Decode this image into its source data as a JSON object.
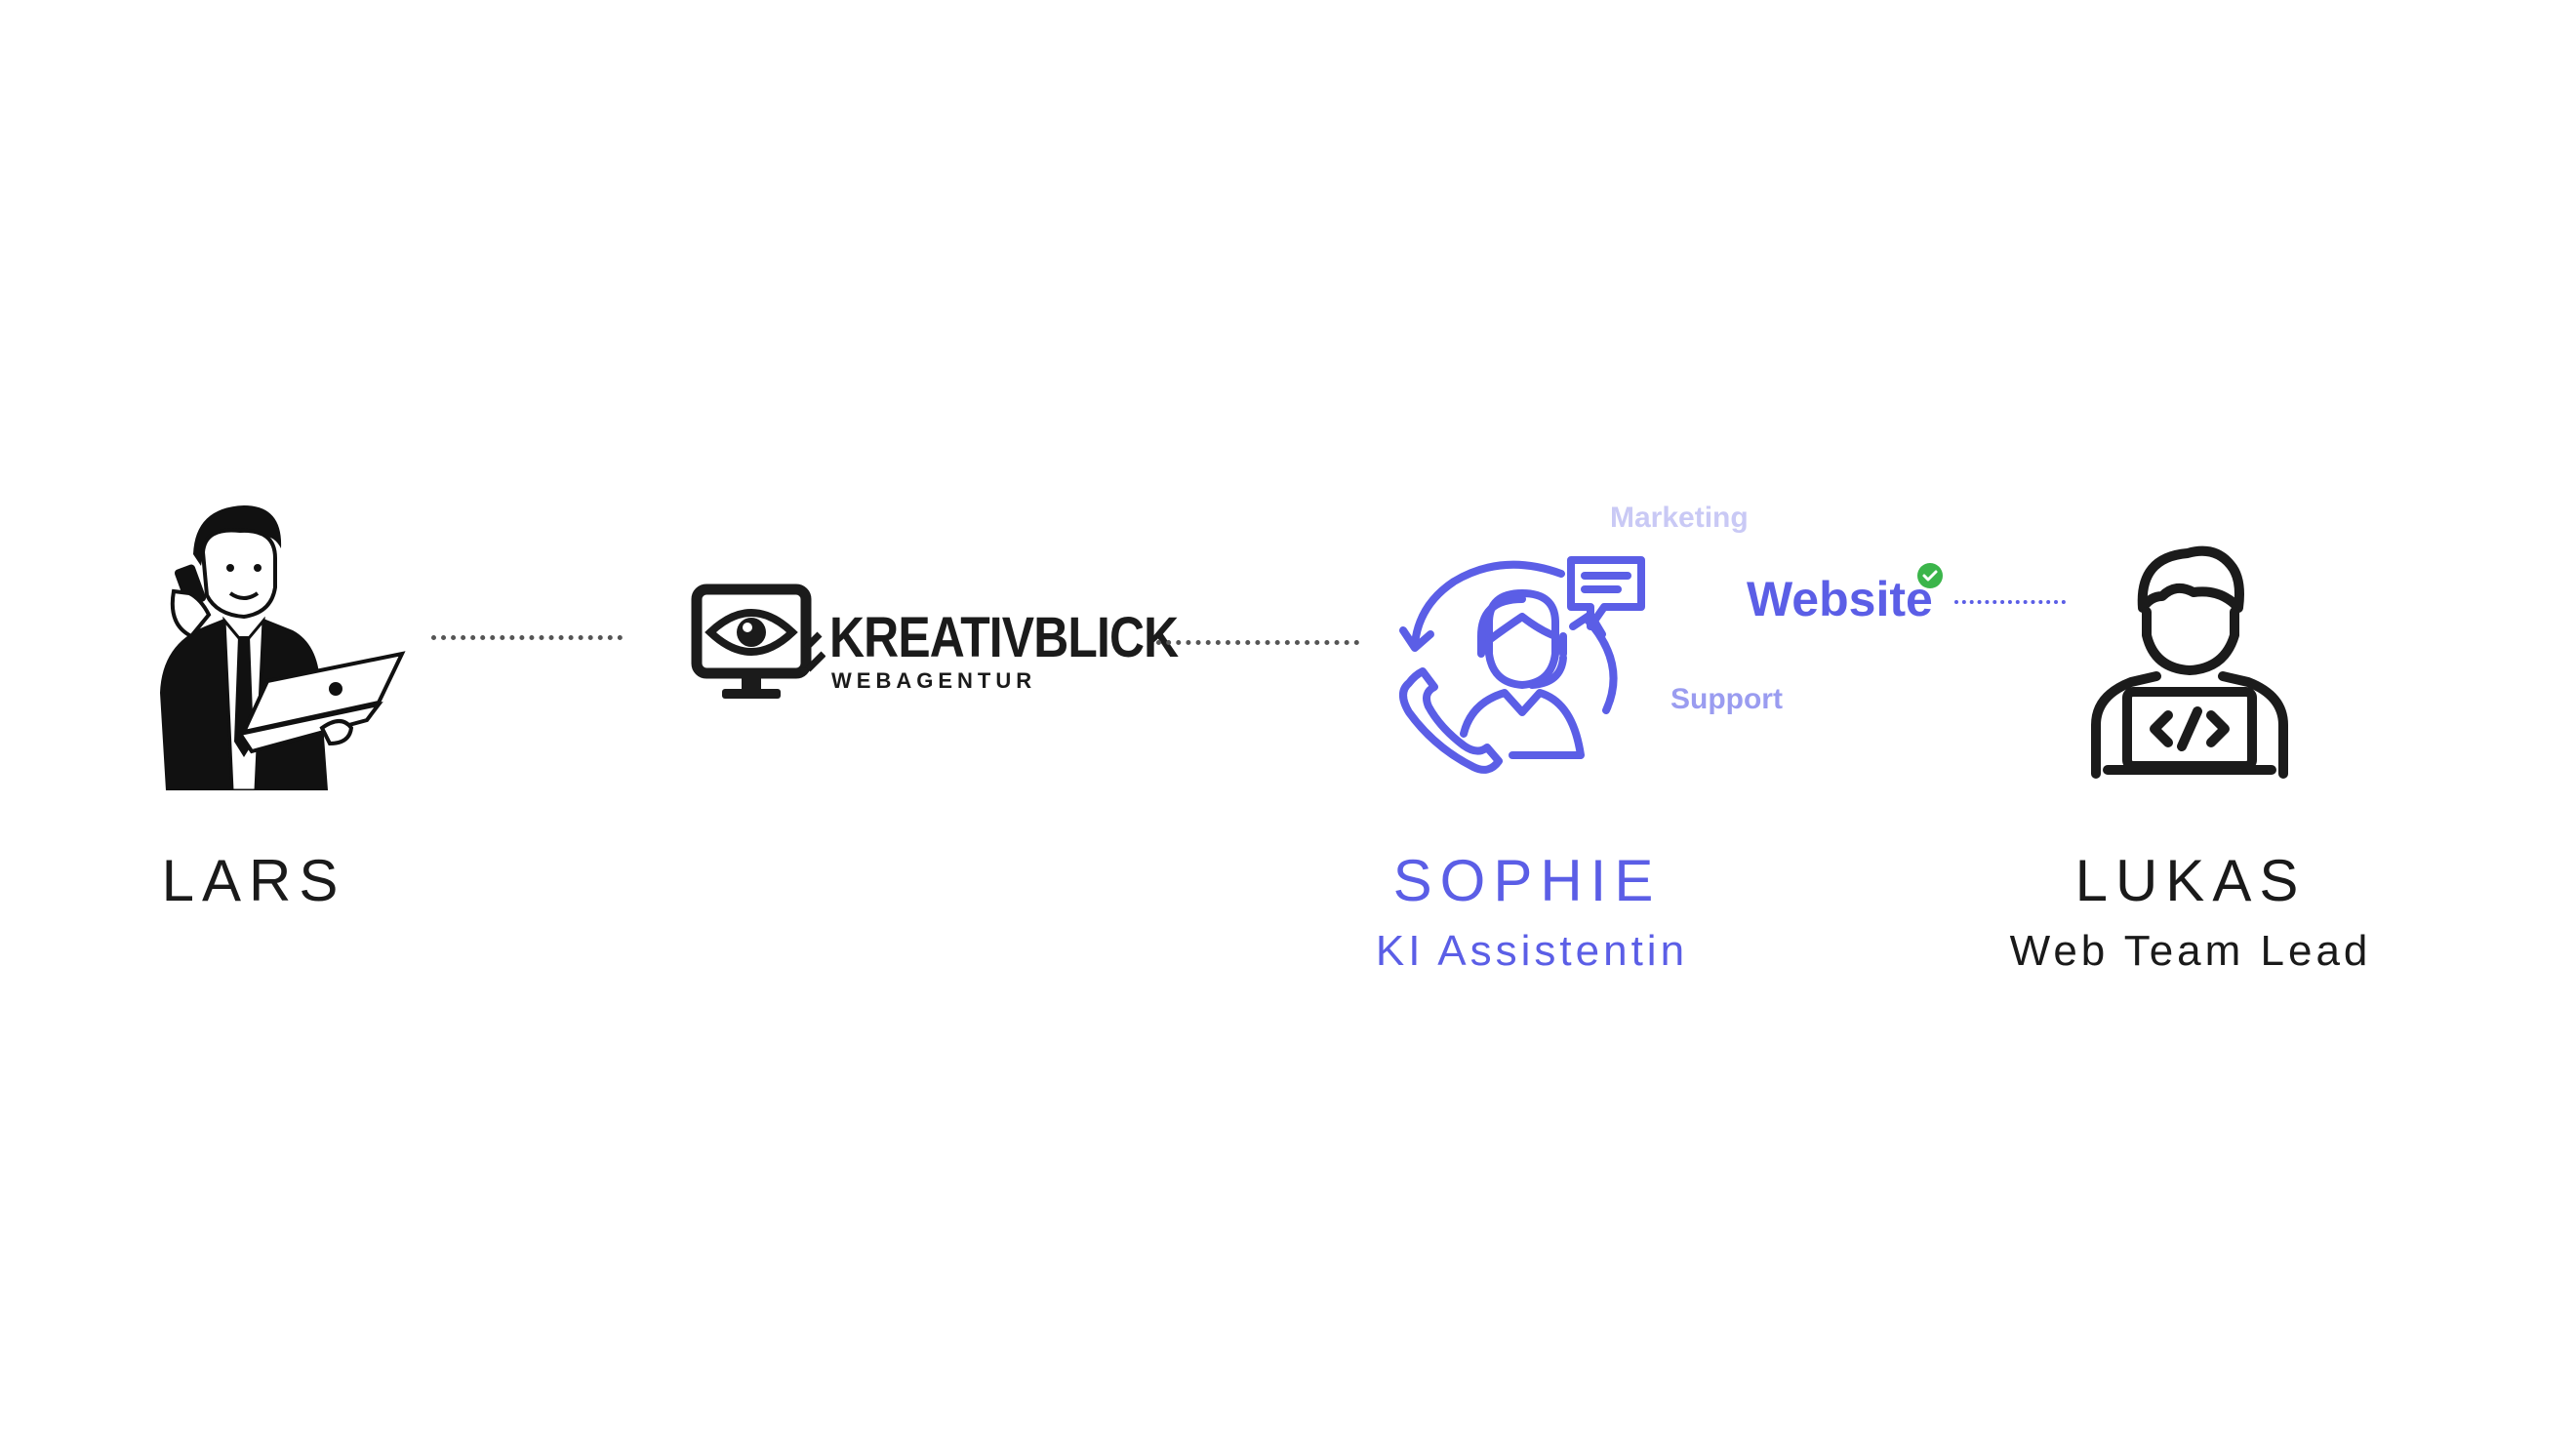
{
  "colors": {
    "accent": "#5b5ee6",
    "text": "#1a1a1a",
    "marketing": "#c9c9f5",
    "support": "#9a9cf0",
    "check": "#3bb54a"
  },
  "lars": {
    "name": "LARS"
  },
  "agency": {
    "name": "KREATIVBLICK",
    "tagline": "WEBAGENTUR"
  },
  "sophie": {
    "name": "SOPHIE",
    "role": "KI Assistentin"
  },
  "topics": {
    "marketing": "Marketing",
    "website": "Website",
    "support": "Support"
  },
  "lukas": {
    "name": "LUKAS",
    "role": "Web Team Lead"
  },
  "icons": [
    "businessman-phone-laptop-icon",
    "monitor-eye-logo-icon",
    "support-agent-icon",
    "check-badge-icon",
    "developer-laptop-icon"
  ]
}
